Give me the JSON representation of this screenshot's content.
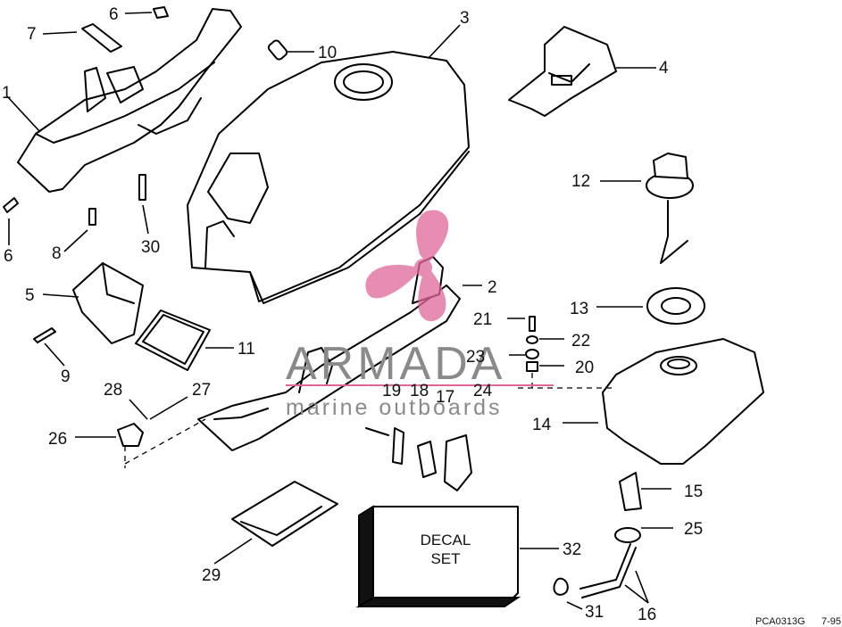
{
  "callouts": [
    "1",
    "2",
    "3",
    "4",
    "5",
    "6",
    "6",
    "7",
    "8",
    "9",
    "10",
    "11",
    "12",
    "13",
    "14",
    "15",
    "16",
    "17",
    "18",
    "19",
    "20",
    "21",
    "22",
    "23",
    "24",
    "25",
    "26",
    "27",
    "28",
    "29",
    "30",
    "31",
    "32"
  ],
  "decal_box": {
    "line1": "DECAL",
    "line2": "SET"
  },
  "watermark": {
    "brand": "ARMADA",
    "tagline": "marine outboards",
    "color": "#e0669a"
  },
  "footer": {
    "code": "PCA0313G",
    "date": "7-95"
  }
}
